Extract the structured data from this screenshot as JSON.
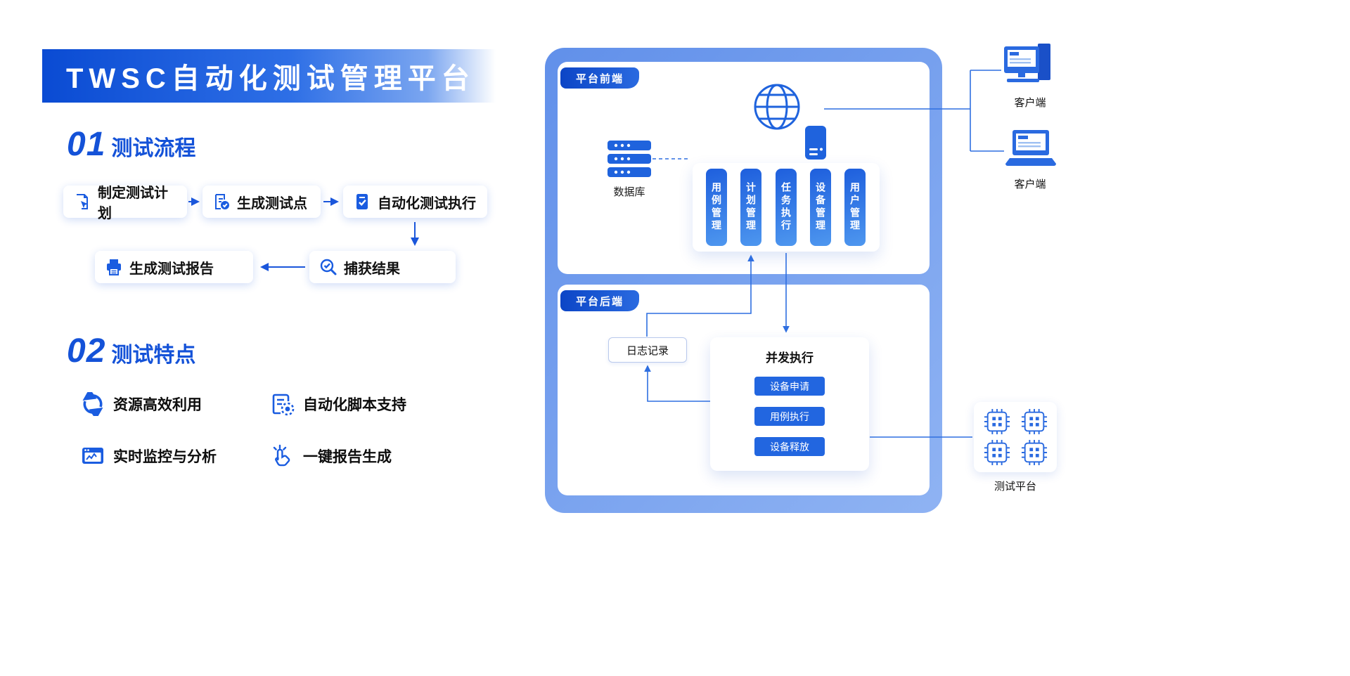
{
  "title": "TWSC自动化测试管理平台",
  "sections": {
    "flow": {
      "number": "01",
      "title": "测试流程"
    },
    "features": {
      "number": "02",
      "title": "测试特点"
    }
  },
  "flow": {
    "steps": [
      "制定测试计划",
      "生成测试点",
      "自动化测试执行",
      "捕获结果",
      "生成测试报告"
    ]
  },
  "features": [
    {
      "icon": "recycle-icon",
      "label": "资源高效利用"
    },
    {
      "icon": "script-gear-icon",
      "label": "自动化脚本支持"
    },
    {
      "icon": "monitor-chart-icon",
      "label": "实时监控与分析"
    },
    {
      "icon": "hand-click-icon",
      "label": "一键报告生成"
    }
  ],
  "platform": {
    "frontend": {
      "tab": "平台前端",
      "database_label": "数据库",
      "modules": [
        "用例管理",
        "计划管理",
        "任务执行",
        "设备管理",
        "用户管理"
      ]
    },
    "backend": {
      "tab": "平台后端",
      "log_label": "日志记录",
      "concurrent": {
        "title": "并发执行",
        "buttons": [
          "设备申请",
          "用例执行",
          "设备释放"
        ]
      }
    }
  },
  "externals": {
    "client_top_label": "客户端",
    "client_bottom_label": "客户端",
    "test_platform_label": "测试平台"
  },
  "icons": {
    "flow": [
      "doc-pen-icon",
      "doc-check-icon",
      "doc-run-icon",
      "search-check-icon",
      "printer-icon"
    ],
    "features": [
      "recycle-icon",
      "script-gear-icon",
      "monitor-chart-icon",
      "hand-click-icon"
    ],
    "diagram": [
      "globe-icon",
      "server-icon",
      "database-icon",
      "desktop-client-icon",
      "laptop-client-icon",
      "chip-icon"
    ]
  },
  "colors": {
    "primary": "#1a56db",
    "banner_start": "#0a4bd3",
    "container_gradient_start": "#6190ea",
    "container_gradient_end": "#8fb3f3",
    "pill_gradient_start": "#1e5fdd",
    "pill_gradient_end": "#4e97ef",
    "button_blue": "#2266e0",
    "connector": "#2f6fe0"
  }
}
